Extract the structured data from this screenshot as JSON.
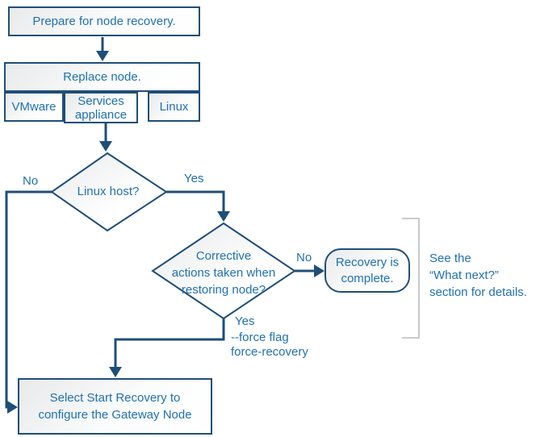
{
  "colors": {
    "line": "#1f4e79",
    "text": "#2071b2",
    "bracket": "#c9cacb"
  },
  "nodes": {
    "prepare": "Prepare for node recovery.",
    "replace": "Replace node.",
    "platform_vmware": "VMware",
    "platform_services_appliance": "Services appliance",
    "platform_linux": "Linux",
    "decision_linux_host": "Linux host?",
    "decision_corrective": "Corrective\nactions taken when\nrestoring node?",
    "recovery_complete": "Recovery is\ncomplete.",
    "select_start_recovery": "Select Start Recovery to\nconfigure the Gateway Node"
  },
  "edge_labels": {
    "linux_host_no": "No",
    "linux_host_yes": "Yes",
    "corrective_no": "No",
    "corrective_yes": "Yes",
    "force_flag_note": "--force flag\nforce-recovery"
  },
  "annotations": {
    "what_next_note": "See the\n“What next?”\nsection for details."
  }
}
